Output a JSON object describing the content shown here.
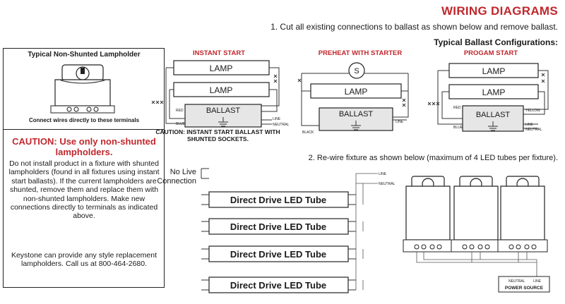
{
  "header": {
    "title": "WIRING DIAGRAMS",
    "step1": "1. Cut all existing connections to ballast as shown below and remove ballast.",
    "typical_configs": "Typical Ballast Configurations:"
  },
  "lampholder_panel": {
    "title": "Typical Non-Shunted Lampholder",
    "connect_note": "Connect wires directly to these terminals",
    "caution_title": "CAUTION: Use only non-shunted lampholders.",
    "caution_body": "Do not install product in a fixture with shunted lampholders (found in all fixtures using instant start ballasts). If the current lampholders are shunted, remove them and replace them with non-shunted lampholders. Make new connections directly to terminals as indicated above.",
    "keystone_note": "Keystone can provide any style replacement lampholders. Call us at 800-464-2680."
  },
  "ballast_diagrams": {
    "instant_start": {
      "label": "INSTANT START",
      "lamp": "LAMP",
      "ballast": "BALLAST",
      "wire_red": "RED",
      "wire_blue": "BLUE",
      "line": "LINE",
      "neutral": "NEUTRAL",
      "caution": "CAUTION: INSTANT START BALLAST WITH SHUNTED SOCKETS."
    },
    "preheat_starter": {
      "label": "PREHEAT WITH STARTER",
      "starter": "S",
      "lamp": "LAMP",
      "ballast": "BALLAST",
      "wire_black": "BLACK",
      "line": "LINE"
    },
    "program_start": {
      "label": "PROGAM START",
      "lamp": "LAMP",
      "ballast": "BALLAST",
      "wire_red": "RED",
      "wire_blue": "BLUE",
      "wire_yellow": "YELLOW",
      "line": "LINE",
      "neutral": "NEUTRAL"
    }
  },
  "rewire": {
    "step2": "2. Re-wire fixture as shown below (maximum of 4 LED tubes per fixture).",
    "no_live_line1": "No Live",
    "no_live_line2": "Connection",
    "tube_label": "Direct Drive LED Tube",
    "tube_count": 4,
    "line": "LINE",
    "neutral": "NEUTRAL",
    "power_source": "POWER SOURCE"
  },
  "colors": {
    "accent_red": "#c0282d",
    "ballast_fill": "#e6e6e6",
    "line_color": "#222222"
  }
}
